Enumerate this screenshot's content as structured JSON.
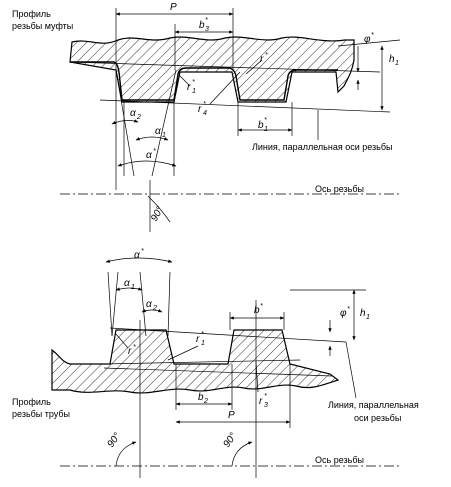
{
  "top_profile": {
    "caption_line1": "Профиль",
    "caption_line2": "резьбы муфты",
    "labels": {
      "P": "P",
      "b3": "b",
      "b3_sub": "3",
      "b1": "b",
      "b1_sub": "1",
      "r1": "r",
      "r1_sub": "1",
      "r4": "r",
      "r4_sub": "4",
      "r": "r",
      "phi": "φ",
      "h1": "h",
      "h1_sub": "1",
      "alpha2": "α",
      "alpha2_sub": "2",
      "alpha1": "α",
      "alpha1_sub": "1",
      "alpha": "α",
      "angle90": "90°"
    },
    "parallel_line_label": "Линия, параллельная оси резьбы",
    "axis_label": "Ось резьбы"
  },
  "bottom_profile": {
    "caption_line1": "Профиль",
    "caption_line2": "резьбы трубы",
    "labels": {
      "alpha": "α",
      "alpha1": "α",
      "alpha1_sub": "1",
      "alpha2": "α",
      "alpha2_sub": "2",
      "b": "b",
      "phi": "φ",
      "h1": "h",
      "h1_sub": "1",
      "r1": "r",
      "r1_sub": "1",
      "r": "r",
      "b2": "b",
      "b2_sub": "2",
      "r3": "r",
      "r3_sub": "3",
      "P": "P",
      "angle90_left": "90°",
      "angle90_right": "90°"
    },
    "parallel_line_label_line1": "Линия, параллельная",
    "parallel_line_label_line2": "оси резьбы",
    "axis_label": "Ось резьбы"
  },
  "star": "*"
}
